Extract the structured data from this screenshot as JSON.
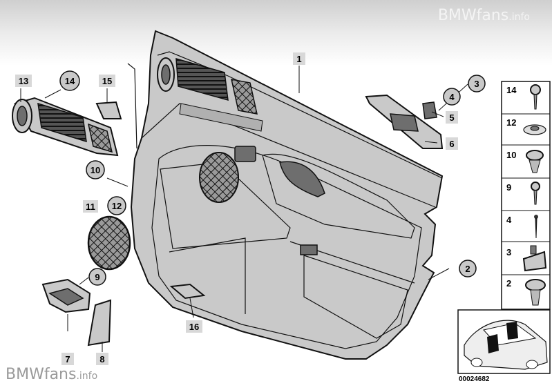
{
  "watermark": {
    "brand": "BMWfans",
    "suffix": ".info"
  },
  "diagram_code": "00024682",
  "callouts": {
    "c1": "1",
    "c2": "2",
    "c3": "3",
    "c4": "4",
    "c5": "5",
    "c6": "6",
    "c7": "7",
    "c8": "8",
    "c9": "9",
    "c10": "10",
    "c11": "11",
    "c12": "12",
    "c13": "13",
    "c14": "14",
    "c15": "15",
    "c16": "16"
  },
  "legend": [
    "14",
    "12",
    "10",
    "9",
    "4",
    "3",
    "2"
  ]
}
